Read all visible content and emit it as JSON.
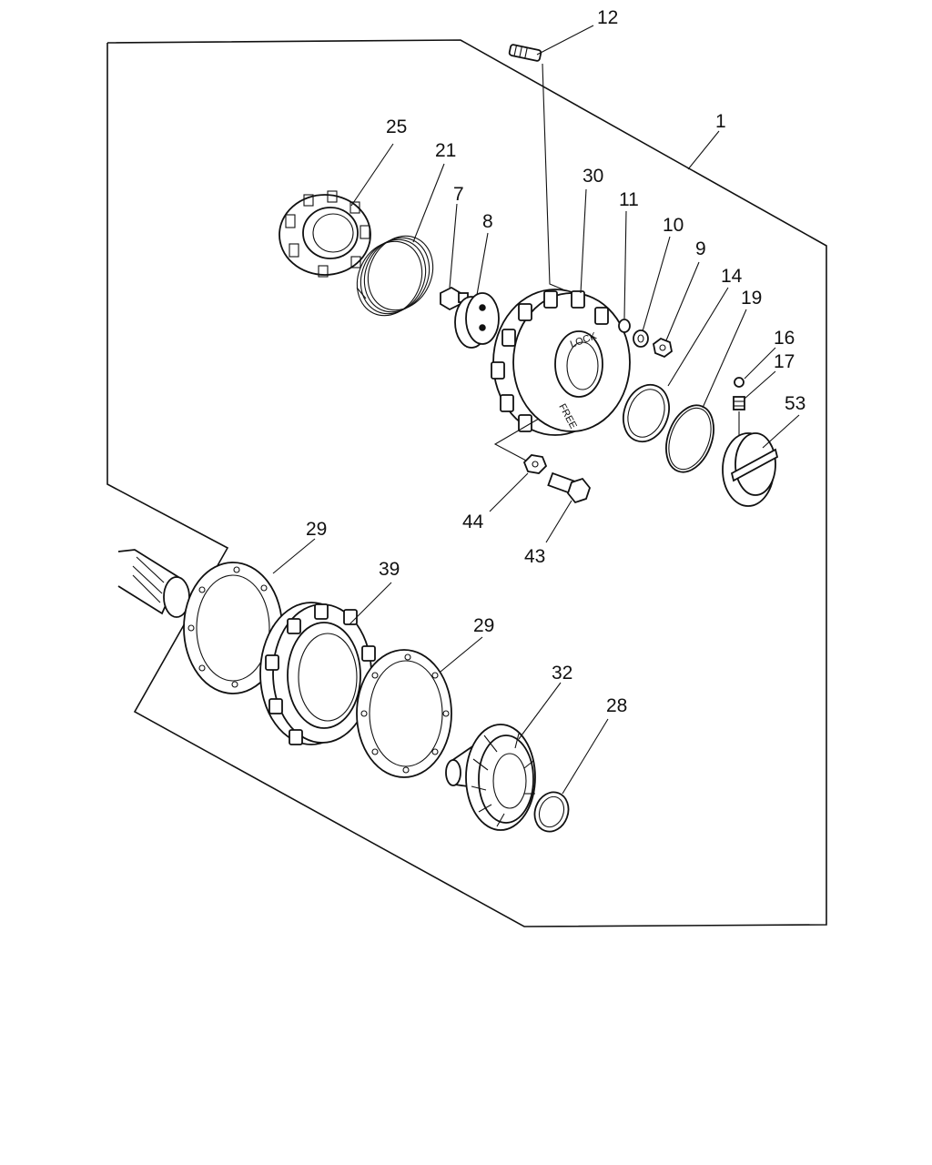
{
  "labels": {
    "l1": "1",
    "l7": "7",
    "l8": "8",
    "l9": "9",
    "l10": "10",
    "l11": "11",
    "l12": "12",
    "l14": "14",
    "l16": "16",
    "l17": "17",
    "l19": "19",
    "l21": "21",
    "l25": "25",
    "l28": "28",
    "l29a": "29",
    "l29b": "29",
    "l30": "30",
    "l32": "32",
    "l39": "39",
    "l43": "43",
    "l44": "44",
    "l53": "53"
  },
  "hub_markings": {
    "lock": "LOCK",
    "free": "FREE"
  }
}
